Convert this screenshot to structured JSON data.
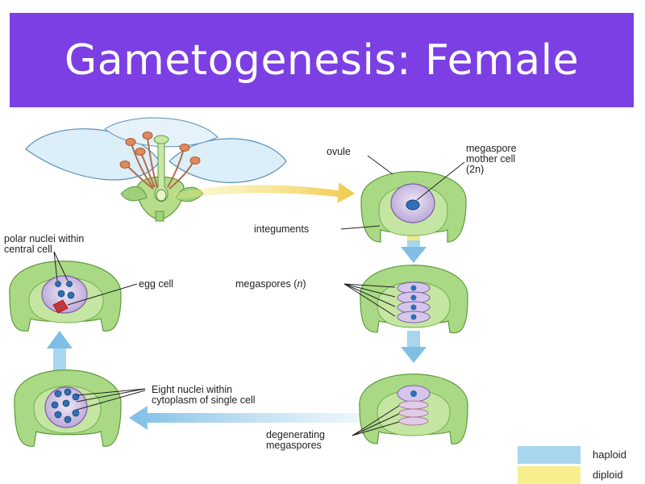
{
  "title": "Gametogenesis: Female",
  "labels": {
    "ovule": "ovule",
    "mother_cell_1": "megaspore",
    "mother_cell_2": "mother cell",
    "mother_cell_3": "(2n)",
    "integuments": "integuments",
    "polar_1": "polar nuclei within",
    "polar_2": "central cell",
    "egg_cell": "egg cell",
    "megaspores_prefix": "megaspores (",
    "megaspores_n": "n",
    "megaspores_suffix": ")",
    "eight_1": "Eight nuclei within",
    "eight_2": "cytoplasm of single cell",
    "degen_1": "degenerating",
    "degen_2": "megaspores"
  },
  "legend": [
    {
      "label": "haploid",
      "color": "#a7d6ee"
    },
    {
      "label": "diploid",
      "color": "#f7ef8e"
    }
  ],
  "colors": {
    "title_bg": "#7b3fe4",
    "tissue": "#a9d984",
    "tissue_dark": "#6fb04a",
    "cell": "#d6c6ea",
    "nucleus": "#2f6fb8",
    "haploid_arrow": "#a7d6ee",
    "diploid_arrow": "#f2cc4b"
  }
}
